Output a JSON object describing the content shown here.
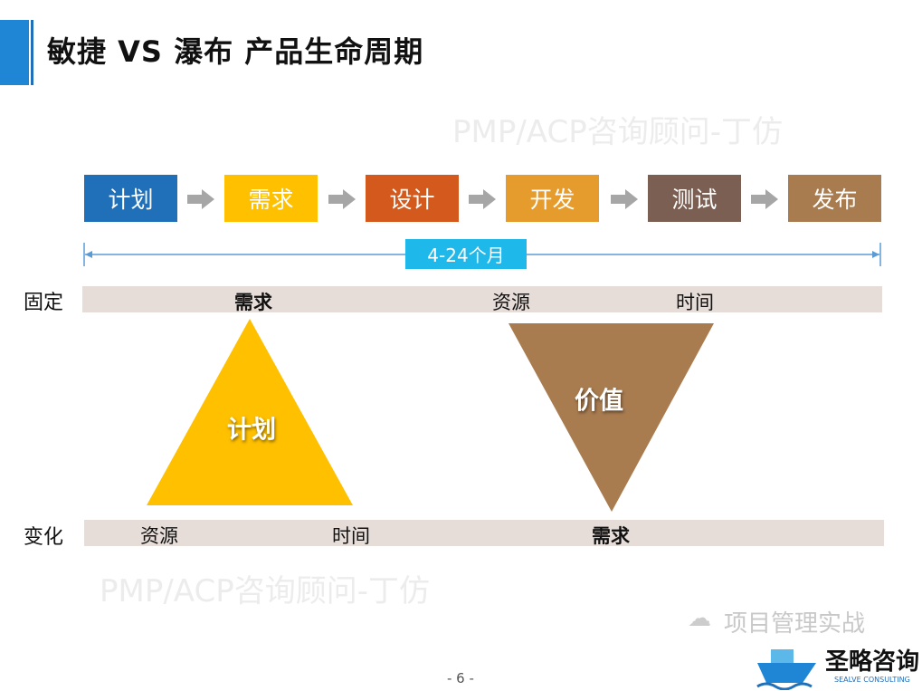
{
  "title": "敏捷 VS 瀑布 产品生命周期",
  "process_steps": [
    {
      "label": "计划",
      "color": "#1f6fb9"
    },
    {
      "label": "需求",
      "color": "#ffc000"
    },
    {
      "label": "设计",
      "color": "#d35a1c"
    },
    {
      "label": "开发",
      "color": "#e59c2c"
    },
    {
      "label": "测试",
      "color": "#7a5f52"
    },
    {
      "label": "发布",
      "color": "#a97c50"
    }
  ],
  "duration": "4-24个月",
  "fixed": {
    "label": "固定",
    "items": [
      "需求",
      "资源",
      "时间"
    ]
  },
  "variable": {
    "label": "变化",
    "items": [
      "资源",
      "时间",
      "需求"
    ]
  },
  "triangle_plan": {
    "label": "计划",
    "color": "#ffc000"
  },
  "triangle_value": {
    "label": "价值",
    "color": "#a97c50"
  },
  "watermark": "PMP/ACP咨询顾问-丁仿",
  "footer": {
    "wechat_text": "项目管理实战",
    "logo_cn": "圣略咨询",
    "logo_en": "SEALVE CONSULTING",
    "page": "- 6 -"
  }
}
